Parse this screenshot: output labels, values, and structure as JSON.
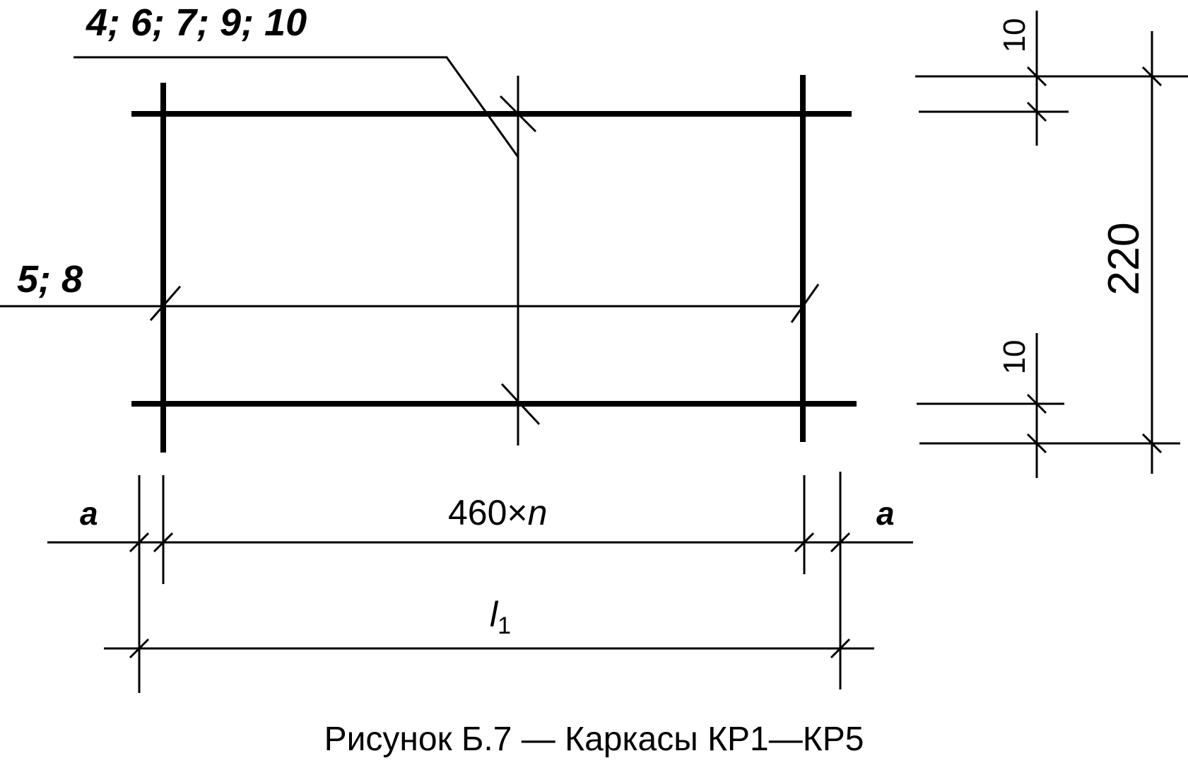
{
  "callouts": {
    "top_positions": "4; 6; 7; 9; 10",
    "side_positions": "5; 8"
  },
  "dimensions": {
    "bar_spacing": "460×",
    "bar_spacing_var": "n",
    "end_offset_left": "a",
    "end_offset_right": "a",
    "total_length": "l",
    "total_length_sub": "1",
    "top_cover": "10",
    "height": "220",
    "bottom_cover": "10"
  },
  "caption": "Рисунок Б.7 — Каркасы КР1—КР5"
}
